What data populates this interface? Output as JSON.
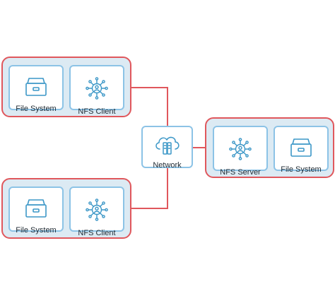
{
  "colors": {
    "group_border": "#e0575c",
    "group_fill": "#dceaf3",
    "card_border": "#8cc3e6",
    "icon_stroke": "#3c97c7",
    "connector": "#e0575c"
  },
  "network": {
    "label": "Network",
    "icon": "cloud-server-icon"
  },
  "client_top": {
    "file_system": {
      "label": "File System",
      "icon": "drawer-icon"
    },
    "nfs_client": {
      "label": "NFS Client",
      "icon": "network-user-icon"
    }
  },
  "client_bottom": {
    "file_system": {
      "label": "File System",
      "icon": "drawer-icon"
    },
    "nfs_client": {
      "label": "NFS Client",
      "icon": "network-user-icon"
    }
  },
  "server": {
    "nfs_server": {
      "label": "NFS Server",
      "icon": "network-user-icon"
    },
    "file_system": {
      "label": "File System",
      "icon": "drawer-icon"
    }
  }
}
